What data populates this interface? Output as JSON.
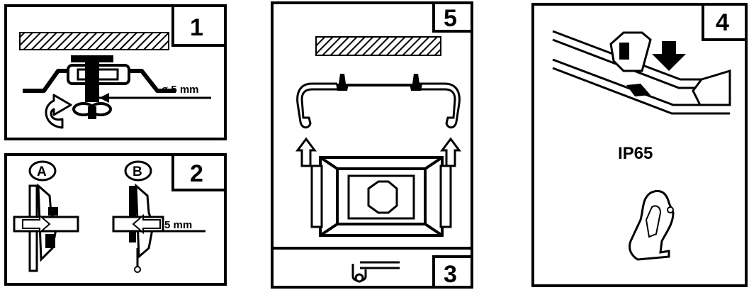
{
  "panels": {
    "p1": {
      "number": "1",
      "label": "ø 5 mm"
    },
    "p2": {
      "number": "2",
      "label_a": "A",
      "label_b": "B",
      "label": "5 mm"
    },
    "p5": {
      "number": "5"
    },
    "p3": {
      "number": "3"
    },
    "p4": {
      "number": "4",
      "label": "IP65"
    }
  },
  "colors": {
    "ink": "#000000",
    "paper": "#ffffff"
  }
}
